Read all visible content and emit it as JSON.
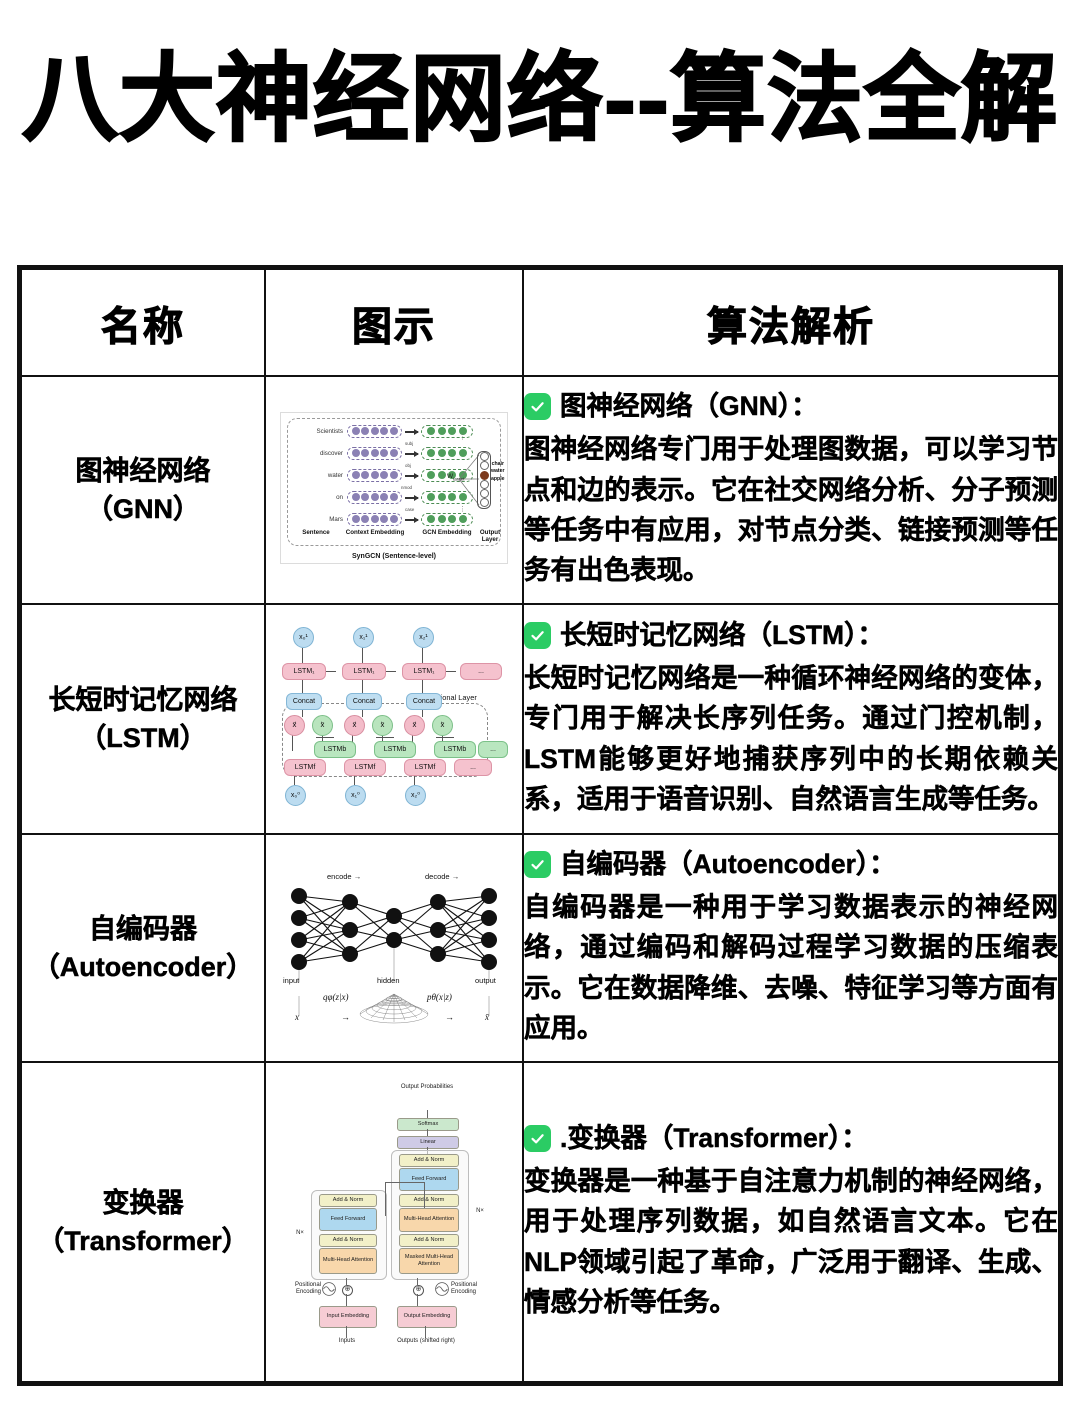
{
  "page": {
    "title": "八大神经网络--算法全解",
    "accent_green": "#2BCC64",
    "border_color": "#111111",
    "background": "#FFFFFF"
  },
  "table": {
    "headers": [
      "名称",
      "图示",
      "算法解析"
    ],
    "rows": [
      {
        "name_line1": "图神经网络",
        "name_line2": "（GNN）",
        "desc_title": "图神经网络（GNN）：",
        "desc_body": "图神经网络专门用于处理图数据，可以学习节点和边的表示。它在社交网络分析、分子预测等任务中有应用，对节点分类、链接预测等任务有出色表现。",
        "diagram": {
          "id": "syngcn-diagram",
          "caption": "SynGCN (Sentence-level)",
          "words": [
            "Scientists",
            "discover",
            "water",
            "on",
            "Mars"
          ],
          "column_labels": [
            "Sentence",
            "Context Embedding",
            "GCN Embedding",
            "Output Layer"
          ],
          "weight_label": "W",
          "weight_sub": "target",
          "output_words": [
            "chair",
            "water",
            "apple"
          ],
          "edge_labels": [
            "subj",
            "obj",
            "nmod",
            "case"
          ]
        }
      },
      {
        "name_line1": "长短时记忆网络",
        "name_line2": "（LSTM）",
        "desc_title": "长短时记忆网络（LSTM）：",
        "desc_body": "长短时记忆网络是一种循环神经网络的变体，专门用于解决长序列任务。通过门控机制，LSTM能够更好地捕获序列中的长期依赖关系，适用于语音识别、自然语言生成等任务。",
        "diagram": {
          "id": "lstm-diagram",
          "bidirectional_label": "Bidirectional  Layer",
          "concat_label": "Concat",
          "cell_labels": [
            "LSTM₁",
            "LSTMf",
            "LSTMb"
          ],
          "top_nodes": [
            "x₀¹",
            "x₁¹",
            "x₂¹"
          ],
          "bottom_nodes": [
            "x₀⁰",
            "x₁⁰",
            "x₂⁰"
          ],
          "ellipsis": "..."
        }
      },
      {
        "name_line1": "自编码器",
        "name_line2": "（Autoencoder）",
        "desc_title": "自编码器（Autoencoder）：",
        "desc_body": "自编码器是一种用于学习数据表示的神经网络，通过编码和解码过程学习数据的压缩表示。它在数据降维、去噪、特征学习等方面有应用。",
        "diagram": {
          "id": "autoencoder-diagram",
          "encode_label": "encode →",
          "decode_label": "decode →",
          "layer_labels": [
            "input",
            "hidden",
            "output"
          ],
          "math_left": "q",
          "math_left_full": "qφ(z|x)",
          "math_right_full": "pθ(x|z)",
          "var_in": "x",
          "var_out": "x̄",
          "arrow": "→"
        }
      },
      {
        "name_line1": "变换器",
        "name_line2": "（Transformer）",
        "desc_title": ".变换器（Transformer）：",
        "desc_body": "变换器是一种基于自注意力机制的神经网络，用于处理序列数据，如自然语言文本。它在NLP领域引起了革命，广泛用于翻译、生成、情感分析等任务。",
        "diagram": {
          "id": "transformer-diagram",
          "output_probabilities": "Output Probabilities",
          "softmax": "Softmax",
          "linear": "Linear",
          "add_norm": "Add & Norm",
          "feed_forward": "Feed Forward",
          "multi_head_attention": "Multi-Head Attention",
          "masked_multi_head_attention": "Masked Multi-Head Attention",
          "nx": "N×",
          "positional_encoding": "Positional Encoding",
          "input_embedding": "Input Embedding",
          "output_embedding": "Output Embedding",
          "inputs": "Inputs",
          "outputs": "Outputs (shifted right)"
        }
      }
    ]
  }
}
